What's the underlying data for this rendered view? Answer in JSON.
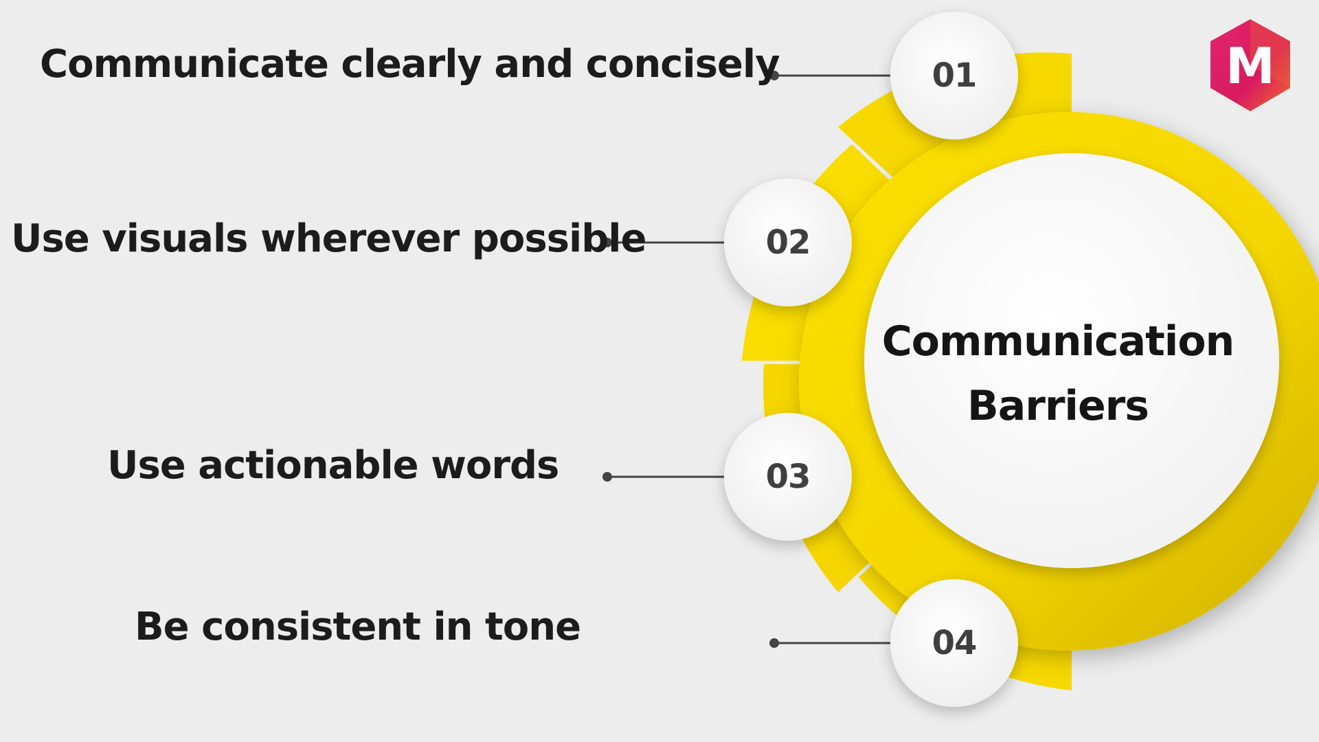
{
  "diagram": {
    "center": {
      "title_lines": [
        "Communication",
        "Barriers"
      ]
    },
    "items": [
      {
        "number": "01",
        "text": "Communicate clearly and concisely"
      },
      {
        "number": "02",
        "text": "Use visuals wherever possible"
      },
      {
        "number": "03",
        "text": "Use actionable words"
      },
      {
        "number": "04",
        "text": "Be consistent in tone"
      }
    ]
  },
  "logo": {
    "letter": "M",
    "colors": [
      "#e2256d",
      "#f26a2e",
      "#c0135f"
    ]
  },
  "colors": {
    "background": "#ededed",
    "accent_yellow": "#f7d800",
    "accent_yellow_dark": "#d9b800",
    "circle_fill": "#f6f6f6",
    "connector": "#444444",
    "text": "#1c1c1c"
  }
}
